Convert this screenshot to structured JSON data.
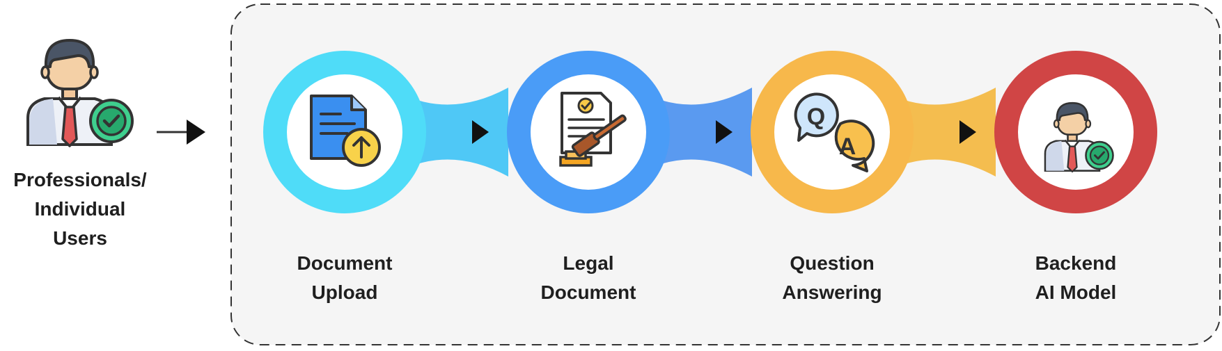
{
  "user": {
    "label_lines": [
      "Professionals/",
      "Individual",
      "Users"
    ],
    "icon": "user-with-checkmark-icon"
  },
  "steps": [
    {
      "label_lines": [
        "Document",
        "Upload"
      ],
      "color": "#4fdcf8",
      "icon": "document-upload-icon"
    },
    {
      "label_lines": [
        "Legal",
        "Document"
      ],
      "color": "#4a9cf7",
      "icon": "legal-document-gavel-icon"
    },
    {
      "label_lines": [
        "Question",
        "Answering"
      ],
      "color": "#f7b84b",
      "icon": "question-answer-bubbles-icon"
    },
    {
      "label_lines": [
        "Backend",
        "AI Model"
      ],
      "color": "#d04545",
      "icon": "user-with-checkmark-icon"
    }
  ],
  "colors": {
    "panel_bg": "#f5f5f5",
    "panel_border": "#333333",
    "arrow": "#111111",
    "text": "#1f1f1f"
  }
}
